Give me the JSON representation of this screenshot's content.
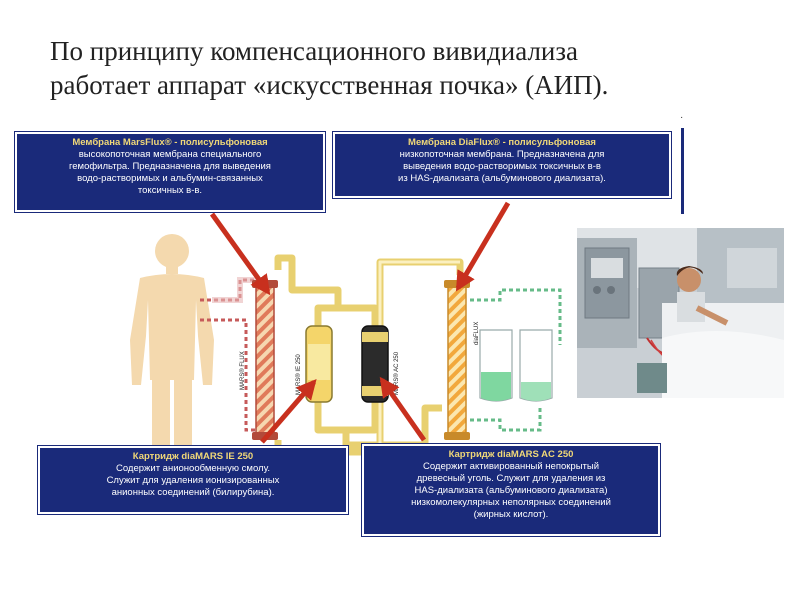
{
  "title": {
    "line1": "По принципу компенсационного вивидиализа",
    "line2": "работает аппарат «искусственная почка» (АИП)."
  },
  "dots": "·",
  "boxes": {
    "marsflux": {
      "title": "Мембрана MarsFlux® - полисульфоновая",
      "lines": [
        "высокопоточная мембрана специального",
        "гемофильтра. Предназначена для выведения",
        "водо-растворимых и альбумин-связанных",
        "токсичных в-в."
      ]
    },
    "diaflux": {
      "title": "Мембрана DiaFlux® - полисульфоновая",
      "lines": [
        "низкопоточная мембрана. Предназначена для",
        "выведения водо-растворимых токсичных в-в",
        "из HAS-диализата (альбуминового диализата)."
      ]
    },
    "ie250": {
      "title": "Картридж diaMARS IE 250",
      "lines": [
        "Содержит анионообменную смолу.",
        "Служит для удаления ионизированных",
        "анионных соединений (билирубина)."
      ]
    },
    "ac250": {
      "title": "Картридж diaMARS AC 250",
      "lines": [
        "Содержит активированный непокрытый",
        "древесный уголь. Служит для удаления из",
        "HAS-диализата (альбуминового диализата)",
        "низкомолекулярных неполярных соединений",
        "(жирных кислот)."
      ]
    }
  },
  "component_labels": {
    "marsflux": "MARS® FLUX",
    "ie250": "MARS® IE 250",
    "ac250": "MARS® AC 250",
    "diaflux": "diaFLUX"
  },
  "colors": {
    "box_bg": "#1a2a7a",
    "box_title": "#f0d878",
    "arrow": "#c8301e",
    "tube": "#e8d070",
    "body": "#f4d9ae"
  },
  "icons": {
    "human": "human-silhouette-icon",
    "arrow": "red-arrow-icon"
  }
}
